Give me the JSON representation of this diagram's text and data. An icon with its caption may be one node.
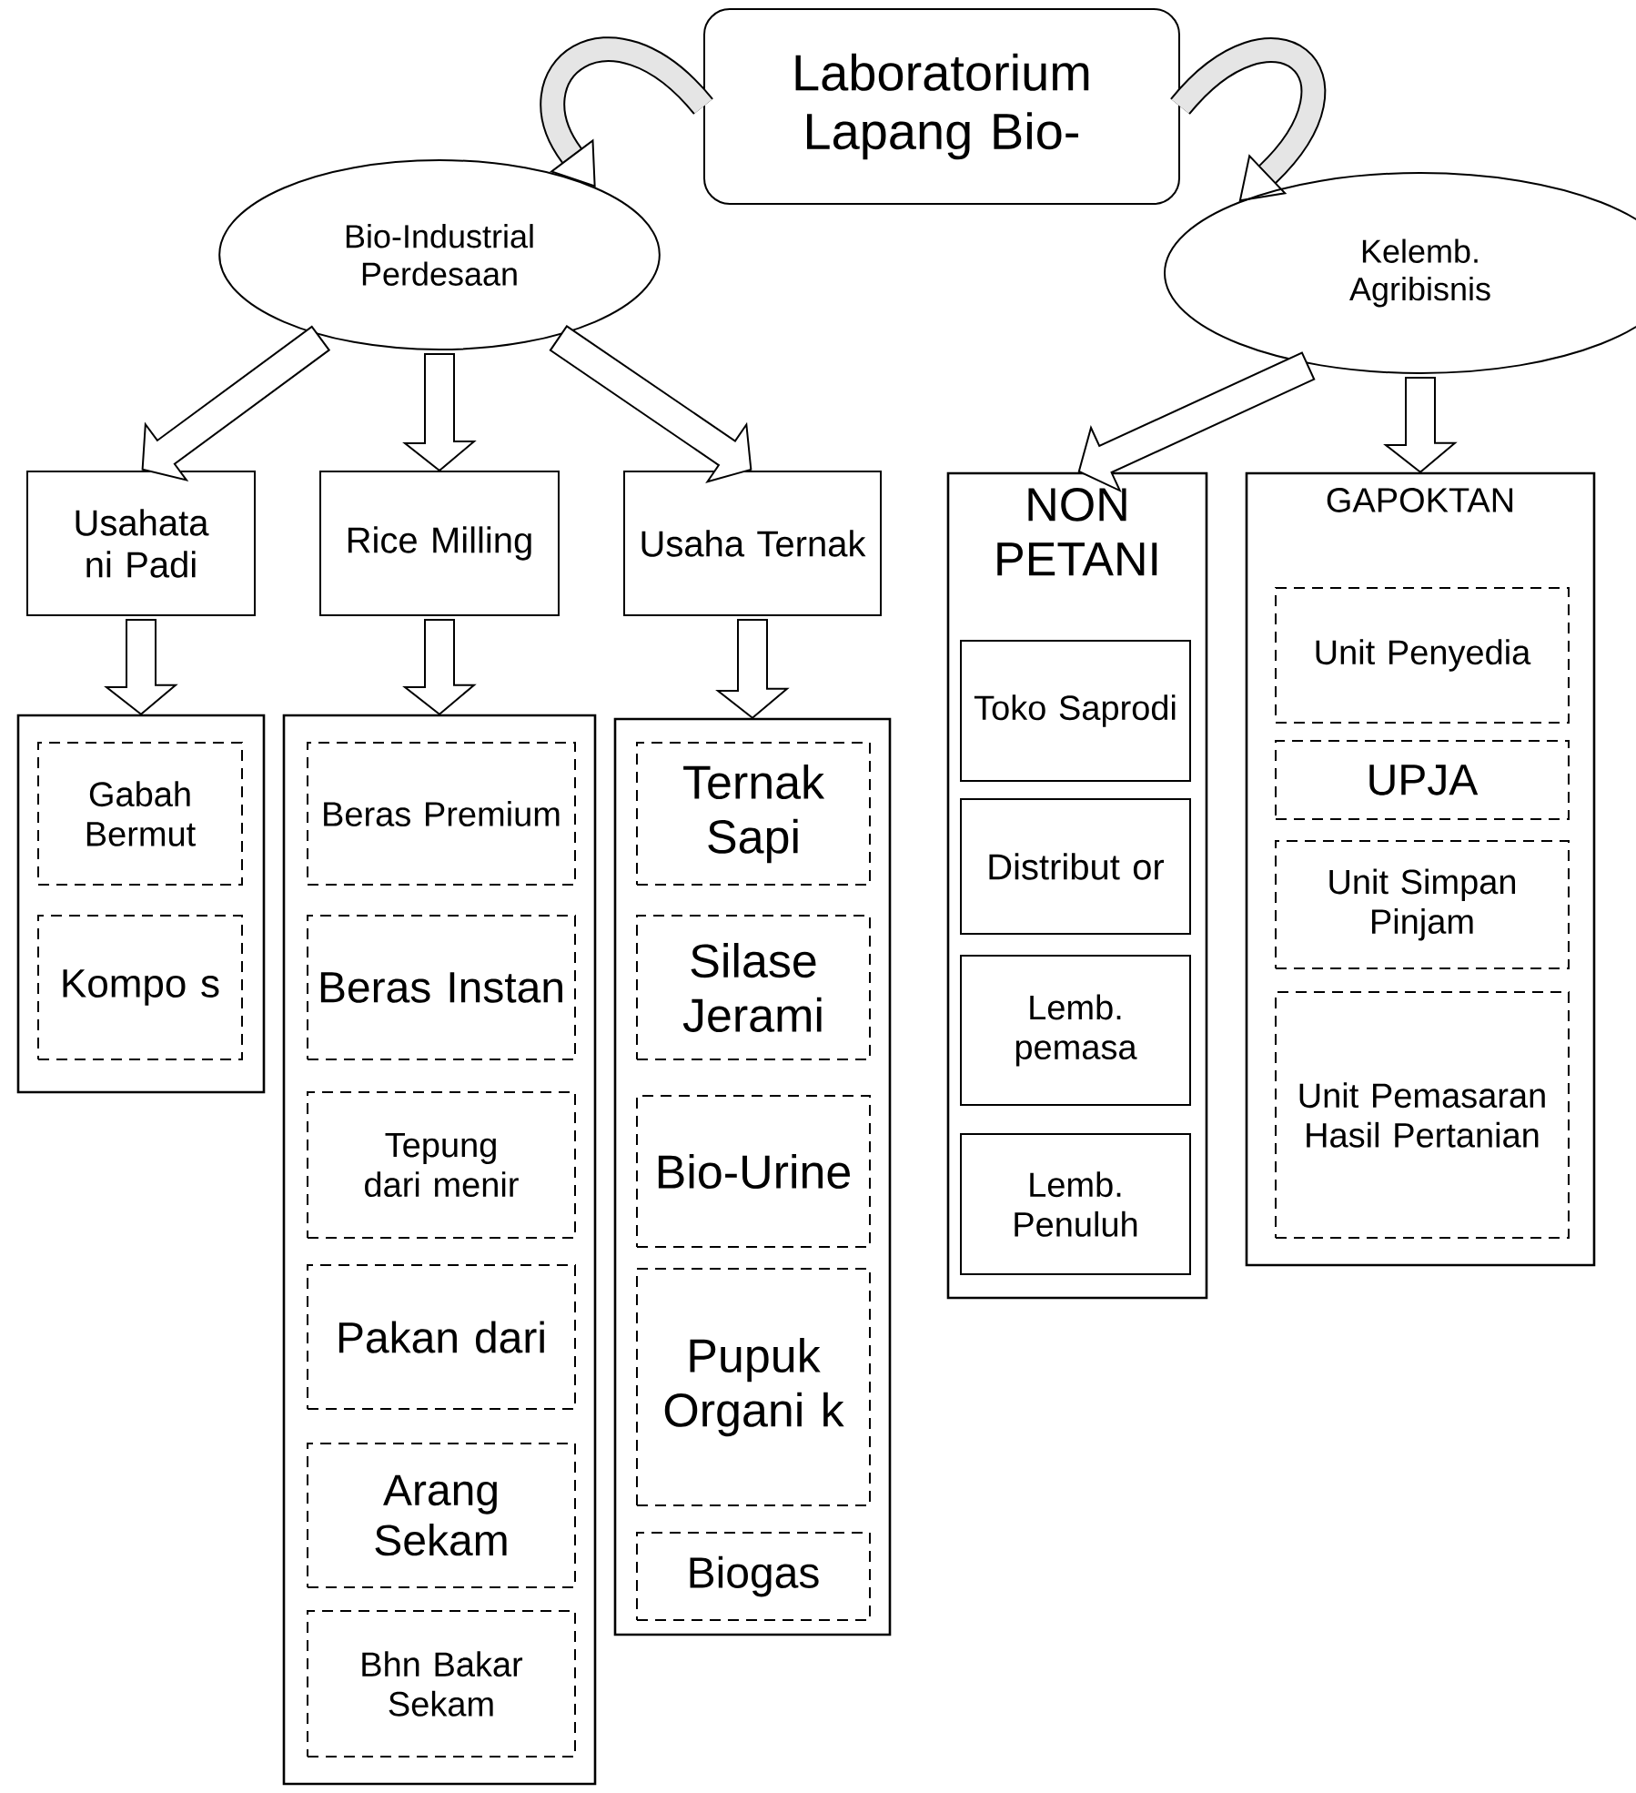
{
  "diagram": {
    "nodes": [
      {
        "text": [
          "Laboratorium Lapang Bio-"
        ]
      },
      {
        "text": [
          "Bio-Industrial Perdesaan"
        ]
      },
      {
        "text": [
          "Kelemb. Agribisnis"
        ]
      },
      {
        "text": [
          "Usahata ni Padi"
        ]
      },
      {
        "text": [
          "Rice Milling"
        ]
      },
      {
        "text": [
          "Usaha Ternak"
        ]
      },
      {
        "text": [],
        "shape": "box"
      },
      {
        "text": [
          "Gabah Bermut"
        ],
        "in": 6
      },
      {
        "text": [
          "Kompo s"
        ],
        "in": 6
      },
      {
        "text": [],
        "shape": "box"
      },
      {
        "text": [
          "Beras Premium"
        ],
        "in": 9
      },
      {
        "text": [
          "Beras Instan"
        ],
        "in": 9
      },
      {
        "text": [
          "Tepung dari menir"
        ],
        "in": 9
      },
      {
        "text": [
          "Pakan dari"
        ],
        "in": 9
      },
      {
        "text": [
          "Arang Sekam"
        ],
        "in": 9
      },
      {
        "text": [
          "Bhn Bakar Sekam"
        ],
        "in": 9
      },
      {
        "text": [],
        "shape": "box"
      },
      {
        "text": [
          "Ternak Sapi"
        ],
        "in": 16
      },
      {
        "text": [
          "Silase Jerami"
        ],
        "in": 16
      },
      {
        "text": [
          "Bio-Urine"
        ],
        "in": 16
      },
      {
        "text": [
          "Pupuk Organi k"
        ],
        "in": 16
      },
      {
        "text": [
          "Biogas"
        ],
        "in": 16
      },
      {
        "text": [
          "NON PETANI"
        ]
      },
      {
        "text": [
          "Toko Saprodi"
        ],
        "in": 22
      },
      {
        "text": [
          "Distribut or"
        ],
        "in": 22
      },
      {
        "text": [
          "Lemb. pemasa"
        ],
        "in": 22
      },
      {
        "text": [
          "Lemb. Penuluh"
        ],
        "in": 22
      },
      {
        "text": [
          "GAPOKTAN"
        ]
      },
      {
        "text": [
          "Unit Penyedia"
        ],
        "in": 27
      },
      {
        "text": [
          "UPJA"
        ],
        "in": 27
      },
      {
        "text": [
          "Unit Simpan Pinjam"
        ],
        "in": 27
      },
      {
        "text": [
          "Unit Pemasaran Hasil Pertanian"
        ],
        "in": 27
      }
    ],
    "edges": [
      {
        "from": 0,
        "to": 1,
        "arrow": "to"
      },
      {
        "from": 0,
        "to": 2,
        "arrow": "to"
      },
      {
        "from": 1,
        "to": 3,
        "arrow": "to"
      },
      {
        "from": 1,
        "to": 4,
        "arrow": "to"
      },
      {
        "from": 1,
        "to": 5,
        "arrow": "to"
      },
      {
        "from": 2,
        "to": 22,
        "arrow": "to"
      },
      {
        "from": 2,
        "to": 27,
        "arrow": "to"
      },
      {
        "from": 3,
        "to": 6,
        "arrow": "to"
      },
      {
        "from": 4,
        "to": 9,
        "arrow": "to"
      },
      {
        "from": 5,
        "to": 16,
        "arrow": "to"
      }
    ]
  }
}
